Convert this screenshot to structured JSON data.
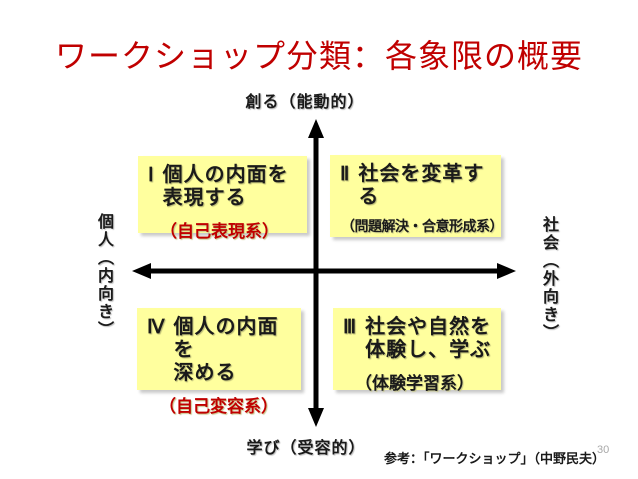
{
  "title": "ワークショップ分類：各象限の概要",
  "axes": {
    "top": "創る（能動的）",
    "bottom": "学び（受容的）",
    "left": "個人（内向き）",
    "right": "社会（外向き）"
  },
  "quadrants": [
    {
      "id": "I",
      "numeral": "Ⅰ",
      "title": "個人の内面を\n表現する",
      "subtitle": "（自己表現系）",
      "subtitle_color": "#c00000"
    },
    {
      "id": "II",
      "numeral": "Ⅱ",
      "title": "社会を変革す\nる",
      "subtitle": "（問題解決・合意形成系）",
      "subtitle_color": "#1a1a1a"
    },
    {
      "id": "III",
      "numeral": "Ⅲ",
      "title": "社会や自然を\n体験し、学ぶ",
      "subtitle": "（体験学習系）",
      "subtitle_color": "#1a1a1a"
    },
    {
      "id": "IV",
      "numeral": "Ⅳ",
      "title": "個人の内面を\n深める",
      "subtitle": "（自己変容系）",
      "subtitle_color": "#c00000"
    }
  ],
  "footer": {
    "reference": "参考：「ワークショップ」（中野民夫）",
    "page_number": "30"
  },
  "colors": {
    "title": "#c00000",
    "box_fill": "#ffff9e",
    "axis": "#000000"
  }
}
